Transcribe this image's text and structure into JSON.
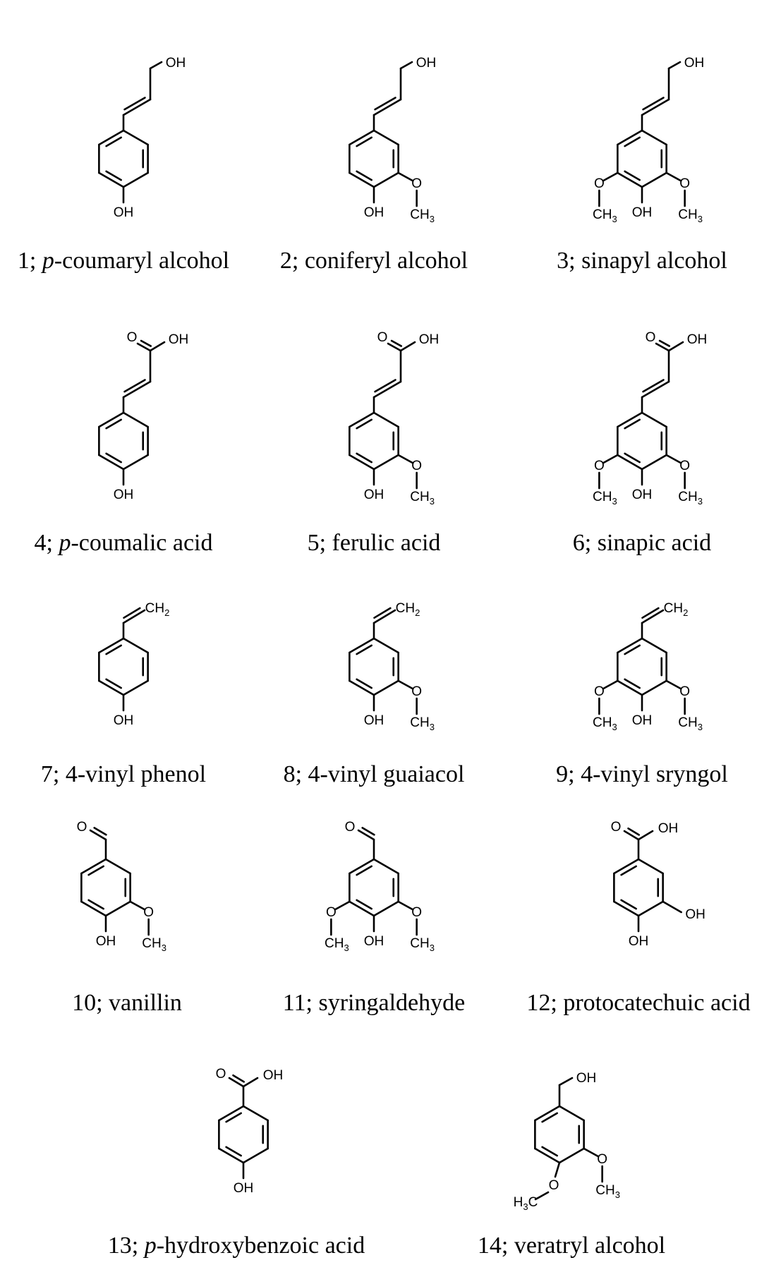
{
  "figure": {
    "compounds": [
      {
        "number": "1;",
        "prefix": "p",
        "name": "-coumaryl alcohol"
      },
      {
        "number": "2;",
        "prefix": "",
        "name": "coniferyl alcohol"
      },
      {
        "number": "3;",
        "prefix": "",
        "name": "sinapyl alcohol"
      },
      {
        "number": "4;",
        "prefix": "p",
        "name": "-coumalic acid"
      },
      {
        "number": "5;",
        "prefix": "",
        "name": "ferulic acid"
      },
      {
        "number": "6;",
        "prefix": "",
        "name": "sinapic acid"
      },
      {
        "number": "7;",
        "prefix": "",
        "name": "4-vinyl phenol"
      },
      {
        "number": "8;",
        "prefix": "",
        "name": "4-vinyl guaiacol"
      },
      {
        "number": "9;",
        "prefix": "",
        "name": "4-vinyl sryngol"
      },
      {
        "number": "10;",
        "prefix": "",
        "name": "vanillin"
      },
      {
        "number": "11;",
        "prefix": "",
        "name": "syringaldehyde"
      },
      {
        "number": "12;",
        "prefix": "",
        "name": "protocatechuic acid"
      },
      {
        "number": "13;",
        "prefix": "p",
        "name": "-hydroxybenzoic acid"
      },
      {
        "number": "14;",
        "prefix": "",
        "name": "veratryl alcohol"
      }
    ],
    "atom_labels": {
      "oh": "OH",
      "o": "O",
      "ch": "CH",
      "h3c": "H",
      "c": "C",
      "three": "3",
      "two": "2"
    }
  }
}
